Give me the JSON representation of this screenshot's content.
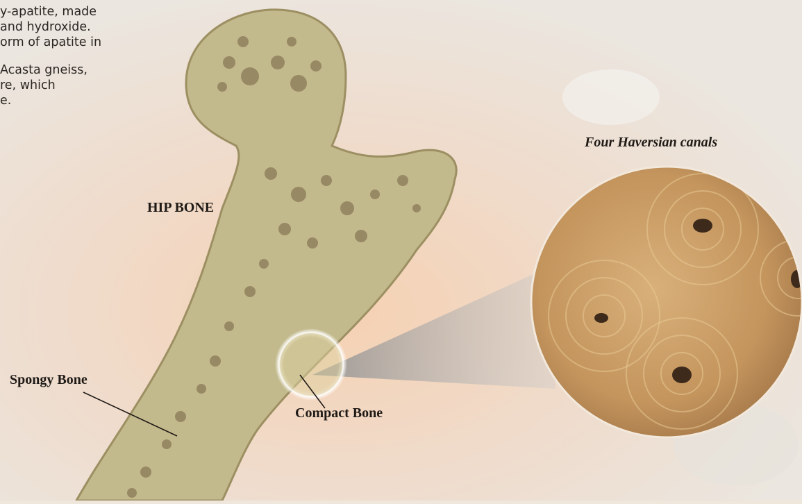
{
  "body_text": {
    "lines": [
      "y-apatite, made",
      "and hydroxide.",
      "orm of apatite in",
      "",
      "Acasta gneiss,",
      "re, which",
      "e."
    ]
  },
  "labels": {
    "hip_bone": "HIP BONE",
    "spongy_bone": "Spongy Bone",
    "compact_bone": "Compact Bone",
    "haversian": "Four Haversian canals"
  },
  "colors": {
    "background": "#efe6dc",
    "bone": "#c2b98c",
    "bone_edge": "#9c8f62",
    "spongy_marks": "#7d6a4c",
    "micro": "#c49a63"
  }
}
